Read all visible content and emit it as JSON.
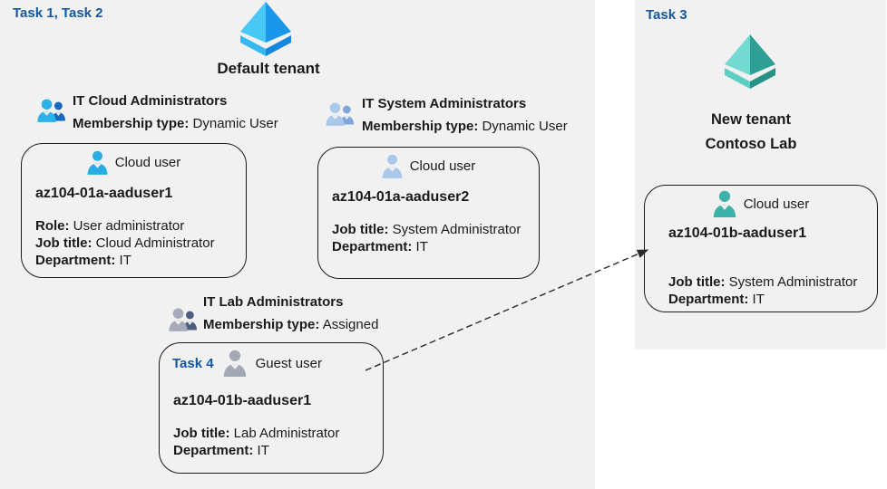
{
  "colors": {
    "panel_bg": "#f1f1f1",
    "task_label_blue": "#14579f",
    "text_dark": "#1a1a1a",
    "arrow": "#2b2b2b",
    "azure_icon_light": "#49c8f5",
    "azure_icon_dark": "#1a97ea",
    "azure_band_light": "#35b9f0",
    "azure_band_dark": "#1786dd",
    "teal_icon_light": "#74dad1",
    "teal_icon_dark": "#2d9f95",
    "teal_band_light": "#5ccfc5",
    "teal_band_dark": "#279187",
    "cloud_user_blue": "#28ace3",
    "steel_blue": "#a9c8ea",
    "steel_blue_dark": "#7fa8d8",
    "guest_gray": "#a2a8b6",
    "group_blue_front": "#2ab3e9",
    "group_blue_back": "#1668c2",
    "group_gray_front": "#a6aabb",
    "group_gray_back": "#4f5d7e",
    "teal_user": "#3cb2a9"
  },
  "tasks": {
    "task12_label": "Task 1, Task 2",
    "task3_label": "Task 3",
    "task4_label": "Task 4"
  },
  "default_tenant": {
    "label": "Default tenant"
  },
  "new_tenant": {
    "line1": "New tenant",
    "line2": "Contoso Lab"
  },
  "groups": [
    {
      "title": "IT Cloud Administrators",
      "membership_label": "Membership type:",
      "membership_value": "Dynamic User"
    },
    {
      "title": "IT System Administrators",
      "membership_label": "Membership type:",
      "membership_value": "Dynamic User"
    },
    {
      "title": "IT Lab Administrators",
      "membership_label": "Membership type:",
      "membership_value": "Assigned"
    }
  ],
  "cards": [
    {
      "type_label": "Cloud user",
      "name": "az104-01a-aaduser1",
      "fields": [
        {
          "label": "Role:",
          "value": "User administrator"
        },
        {
          "label": "Job title:",
          "value": "Cloud Administrator"
        },
        {
          "label": "Department:",
          "value": "IT"
        }
      ]
    },
    {
      "type_label": "Cloud user",
      "name": "az104-01a-aaduser2",
      "fields": [
        {
          "label": "Job title:",
          "value": "System Administrator"
        },
        {
          "label": "Department:",
          "value": "IT"
        }
      ]
    },
    {
      "type_label": "Guest user",
      "name": "az104-01b-aaduser1",
      "fields": [
        {
          "label": "Job title:",
          "value": "Lab Administrator"
        },
        {
          "label": "Department:",
          "value": "IT"
        }
      ]
    },
    {
      "type_label": "Cloud user",
      "name": "az104-01b-aaduser1",
      "fields": [
        {
          "label": "Job title:",
          "value": "System Administrator"
        },
        {
          "label": "Department:",
          "value": "IT"
        }
      ]
    }
  ]
}
